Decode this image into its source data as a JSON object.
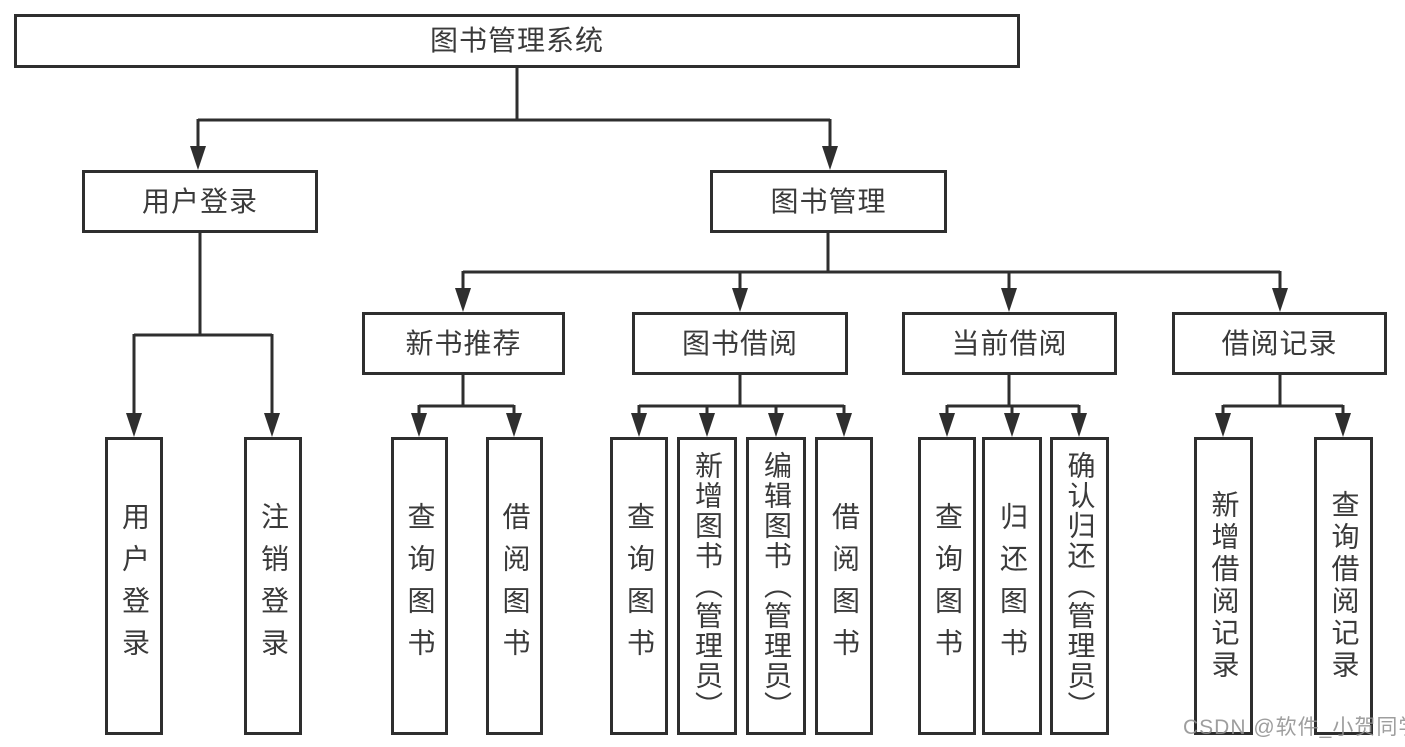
{
  "diagram": {
    "root": "图书管理系统",
    "user_login": "用户登录",
    "book_mgmt": "图书管理",
    "new_book_rec": "新书推荐",
    "book_borrow": "图书借阅",
    "current_borrow": "当前借阅",
    "borrow_record": "借阅记录",
    "leaves": {
      "user_login": "用户登录",
      "logout": "注销登录",
      "rec_query_book": "查询图书",
      "rec_borrow_book": "借阅图书",
      "borrow_query_book": "查询图书",
      "borrow_add_book": "新增图书（管理员）",
      "borrow_edit_book": "编辑图书（管理员）",
      "borrow_borrow_book": "借阅图书",
      "cur_query_book": "查询图书",
      "cur_return_book": "归还图书",
      "cur_confirm_return": "确认归还（管理员）",
      "record_add": "新增借阅记录",
      "record_query": "查询借阅记录"
    }
  },
  "watermark": "CSDN @软件_小贺同学",
  "colors": {
    "line": "#2e2e2e",
    "text": "#3a3a3a",
    "watermark_gray": "#919191",
    "background": "#ffffff"
  }
}
